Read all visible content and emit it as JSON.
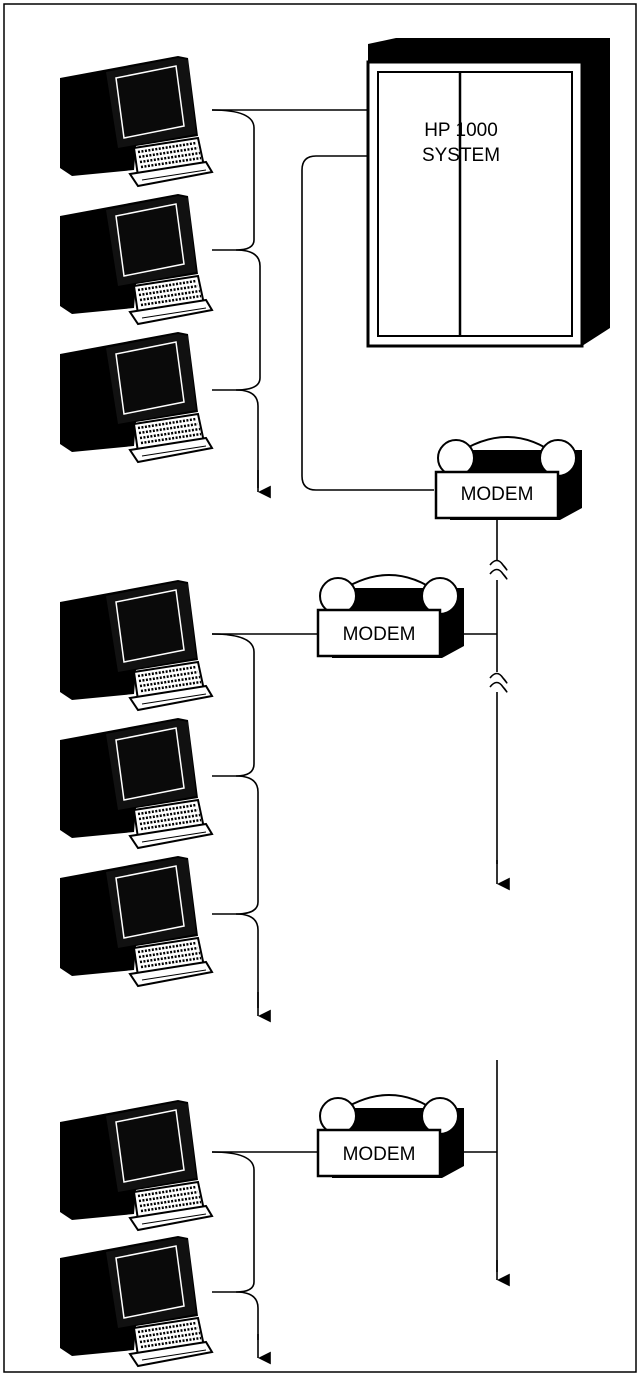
{
  "colors": {
    "ink": "#000000",
    "paper": "#ffffff"
  },
  "icons": {
    "terminal": "terminal-icon",
    "modem": "modem-icon"
  },
  "system": {
    "line1": "HP 1000",
    "line2": "SYSTEM"
  },
  "modems": [
    {
      "label": "MODEM"
    },
    {
      "label": "MODEM"
    },
    {
      "label": "MODEM"
    }
  ]
}
